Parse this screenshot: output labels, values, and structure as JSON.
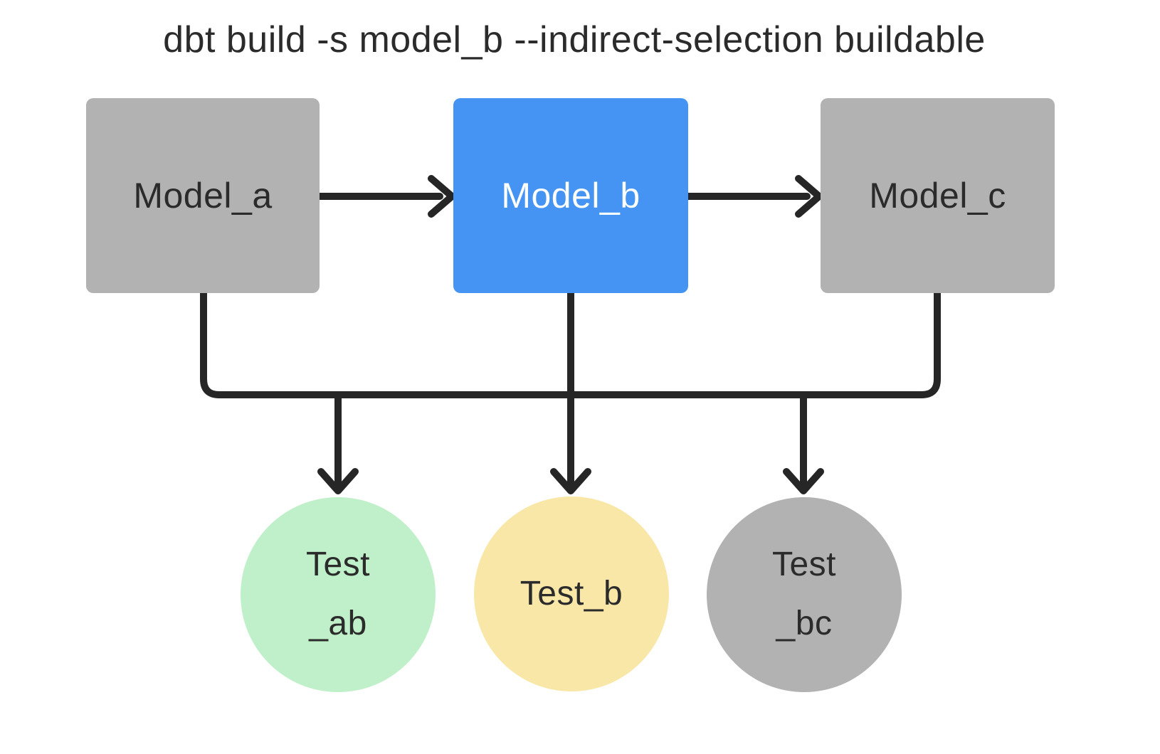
{
  "title": "dbt build -s model_b --indirect-selection buildable",
  "colors": {
    "background": "#ffffff",
    "node_gray": "#b2b2b2",
    "node_selected_blue": "#4594f4",
    "test_green": "#c0f0ca",
    "test_yellow": "#f9e7a8",
    "line_dark": "#262626",
    "label_dark": "#2b2b2b",
    "label_light": "#ffffff"
  },
  "diagram": {
    "models": [
      {
        "id": "model_a",
        "label": "Model_a",
        "state": "unselected"
      },
      {
        "id": "model_b",
        "label": "Model_b",
        "state": "selected"
      },
      {
        "id": "model_c",
        "label": "Model_c",
        "state": "unselected"
      }
    ],
    "tests": [
      {
        "id": "test_ab",
        "lines": [
          "Test",
          "_ab"
        ],
        "state": "buildable"
      },
      {
        "id": "test_b",
        "lines": [
          "Test_b"
        ],
        "state": "indirect"
      },
      {
        "id": "test_bc",
        "lines": [
          "Test",
          "_bc"
        ],
        "state": "unselected"
      }
    ],
    "edges": [
      "model_a -> model_b",
      "model_b -> model_c",
      "model_a -> test_ab",
      "model_b -> test_ab",
      "model_b -> test_b",
      "model_b -> test_bc",
      "model_c -> test_bc"
    ]
  }
}
